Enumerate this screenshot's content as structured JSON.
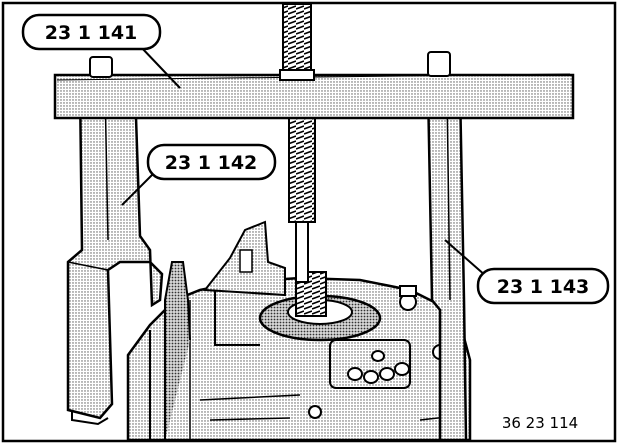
{
  "callouts": [
    {
      "id": "bar",
      "label": "23 1 141"
    },
    {
      "id": "left-leg",
      "label": "23 1 142"
    },
    {
      "id": "right-leg",
      "label": "23 1 143"
    }
  ],
  "figure_ref": "36 23 114",
  "colors": {
    "ink": "#000000",
    "paper": "#ffffff",
    "shade": "#bdbdbd"
  }
}
